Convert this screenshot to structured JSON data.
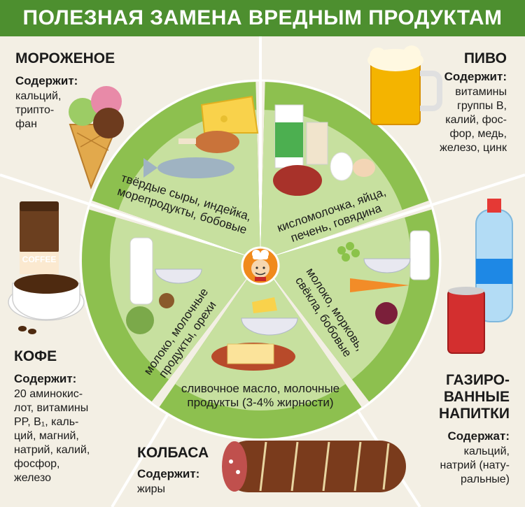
{
  "title": "ПОЛЕЗНАЯ ЗАМЕНА ВРЕДНЫМ ПРОДУКТАМ",
  "colors": {
    "title_bg": "#4d8f2f",
    "background": "#f3efe4",
    "segment_outer": "#8dc04f",
    "segment_inner": "#c7e09f",
    "divider": "#ffffff"
  },
  "items": {
    "ice_cream": {
      "name": "МОРОЖЕНОЕ",
      "contains_label": "Содержит:",
      "contents": [
        "кальций,",
        "трипто-",
        "фан"
      ],
      "icon": "ice-cream-icon"
    },
    "beer": {
      "name": "ПИВО",
      "contains_label": "Содержит:",
      "contents": [
        "витамины",
        "группы B,",
        "калий, фос-",
        "фор, медь,",
        "железо, цинк"
      ],
      "icon": "beer-mug-icon"
    },
    "coffee": {
      "name": "КОФЕ",
      "contains_label": "Содержит:",
      "contents": [
        "20 аминокис-",
        "лот, витамины",
        "PP, B₁, каль-",
        "ций, магний,",
        "натрий, калий,",
        "фосфор,",
        "железо"
      ],
      "icon": "coffee-cup-icon",
      "jar_label": "COFFEE"
    },
    "soda": {
      "name_lines": [
        "ГАЗИРО-",
        "ВАННЫЕ",
        "НАПИТКИ"
      ],
      "contains_label": "Содержат:",
      "contents": [
        "кальций,",
        "натрий (нату-",
        "ральные)"
      ],
      "icon": "soda-bottle-icon"
    },
    "sausage": {
      "name": "КОЛБАСА",
      "contains_label": "Содержит:",
      "contents": [
        "жиры"
      ],
      "icon": "sausage-icon"
    }
  },
  "segments": [
    {
      "lines": [
        "твёрдые сыры, индейка,",
        "морепродукты, бобовые"
      ],
      "replaces": "ice_cream"
    },
    {
      "lines": [
        "кисломолочка, яйца,",
        "печень, говядина"
      ],
      "replaces": "beer"
    },
    {
      "lines": [
        "молоко, морковь,",
        "свёкла, бобовые"
      ],
      "replaces": "soda"
    },
    {
      "lines": [
        "сливочное масло, молочные",
        "продукты (3-4% жирности)"
      ],
      "replaces": "sausage"
    },
    {
      "lines": [
        "молоко, молочные",
        "продукты, орехи"
      ],
      "replaces": "coffee"
    }
  ],
  "center_icon": "chef-icon"
}
